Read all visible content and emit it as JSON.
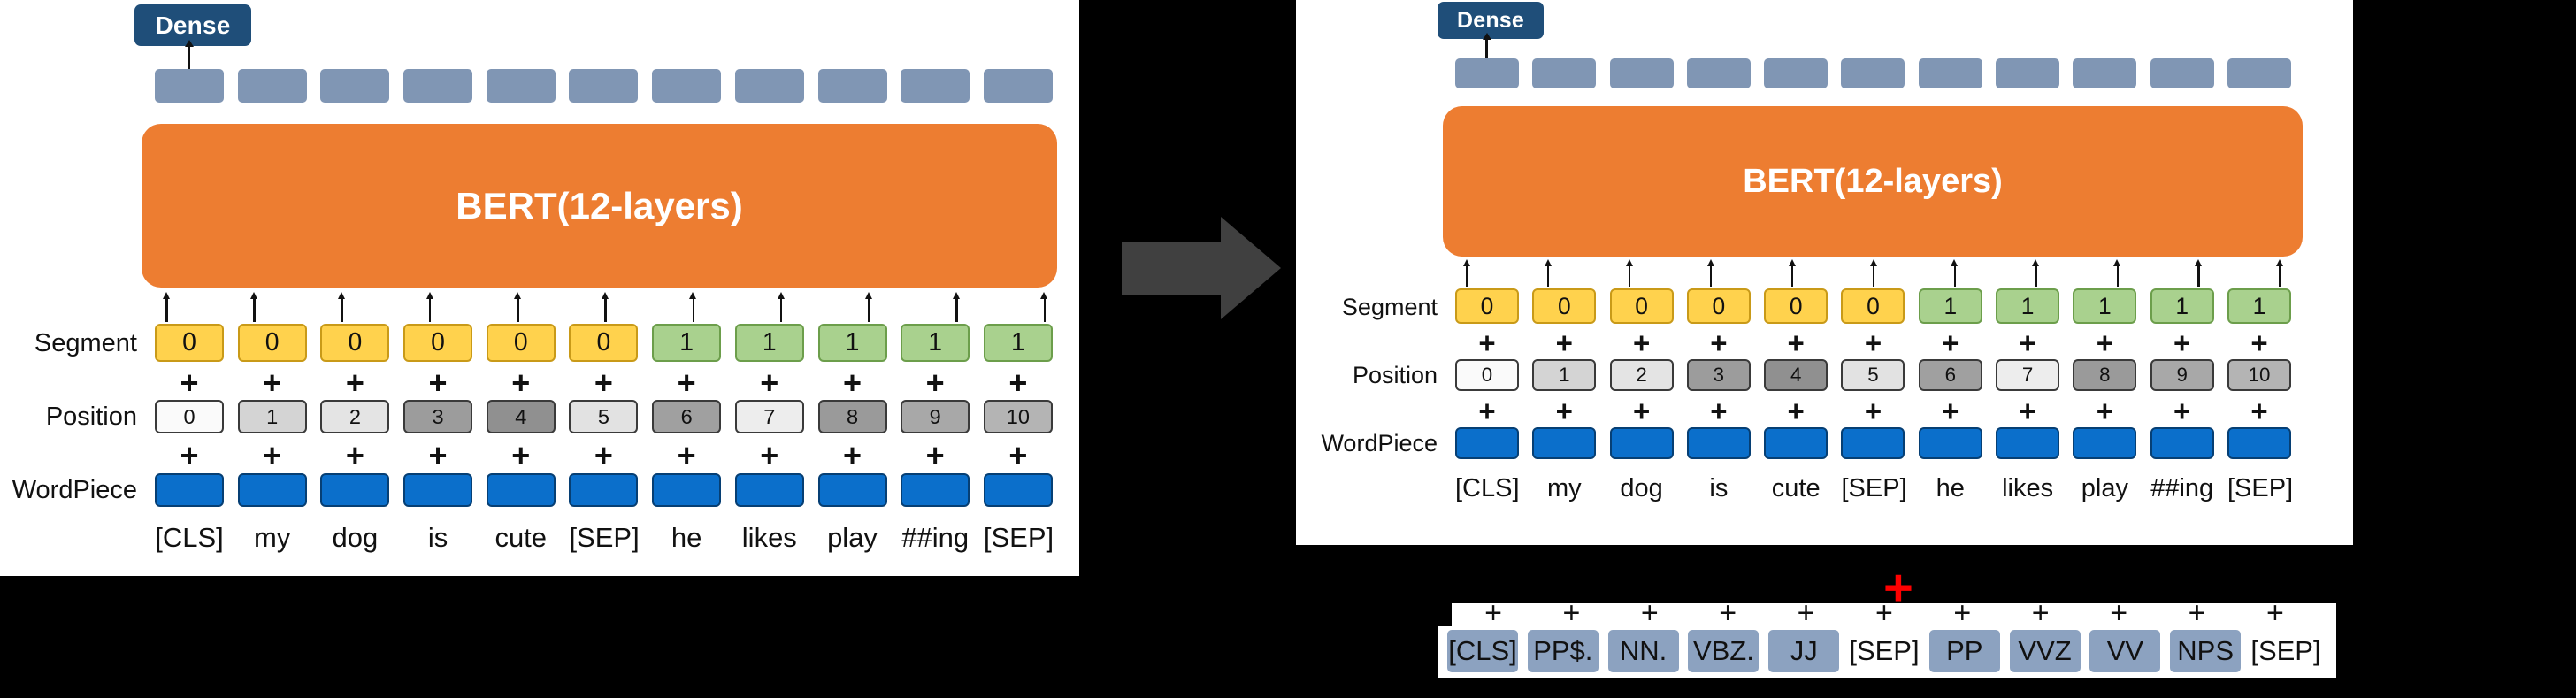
{
  "colors": {
    "dense_box": "#1F4E79",
    "bert_box": "#ED7D31",
    "output_cell": "#8096B4",
    "segment_0": "#FFD24D",
    "segment_1": "#A9D18E",
    "wordpiece": "#0B6FCB",
    "arrow_gray": "#404040",
    "pos_tag_chip": "#8CA2C0",
    "red_plus": "#FF0000",
    "background": "#000000",
    "panel_background": "#FFFFFF"
  },
  "left_panel": {
    "dense_label": "Dense",
    "bert_label": "BERT(12-layers)",
    "row_labels": {
      "segment": "Segment",
      "position": "Position",
      "wordpiece": "WordPiece"
    },
    "segment_values": [
      "0",
      "0",
      "0",
      "0",
      "0",
      "0",
      "1",
      "1",
      "1",
      "1",
      "1"
    ],
    "position_values": [
      "0",
      "1",
      "2",
      "3",
      "4",
      "5",
      "6",
      "7",
      "8",
      "9",
      "10"
    ],
    "position_shades": [
      "#FAFAFA",
      "#D4D4D4",
      "#E4E4E4",
      "#9C9C9C",
      "#909090",
      "#E2E2E2",
      "#A0A0A0",
      "#EDEDED",
      "#9A9A9A",
      "#A8A8A8",
      "#B4B4B4"
    ],
    "plus_symbol": "+",
    "tokens": [
      "[CLS]",
      "my",
      "dog",
      "is",
      "cute",
      "[SEP]",
      "he",
      "likes",
      "play",
      "##ing",
      "[SEP]"
    ],
    "output_cell_count": 11
  },
  "transition_arrow": {
    "direction": "right",
    "name": "block-arrow"
  },
  "right_panel": {
    "dense_label": "Dense",
    "bert_label": "BERT(12-layers)",
    "row_labels": {
      "segment": "Segment",
      "position": "Position",
      "wordpiece": "WordPiece"
    },
    "segment_values": [
      "0",
      "0",
      "0",
      "0",
      "0",
      "0",
      "1",
      "1",
      "1",
      "1",
      "1"
    ],
    "position_values": [
      "0",
      "1",
      "2",
      "3",
      "4",
      "5",
      "6",
      "7",
      "8",
      "9",
      "10"
    ],
    "position_shades": [
      "#FAFAFA",
      "#D4D4D4",
      "#E4E4E4",
      "#9C9C9C",
      "#909090",
      "#E2E2E2",
      "#A0A0A0",
      "#EDEDED",
      "#9A9A9A",
      "#A8A8A8",
      "#B4B4B4"
    ],
    "plus_symbol": "+",
    "tokens": [
      "[CLS]",
      "my",
      "dog",
      "is",
      "cute",
      "[SEP]",
      "he",
      "likes",
      "play",
      "##ing",
      "[SEP]"
    ],
    "output_cell_count": 11
  },
  "pos_panel": {
    "red_plus_symbol": "+",
    "plus_symbol": "+",
    "tags": [
      "[CLS]",
      "PP$.",
      "NN.",
      "VBZ.",
      "JJ",
      "[SEP]",
      "PP",
      "VVZ",
      "VV",
      "NPS",
      "[SEP]"
    ],
    "tag_has_chip": [
      true,
      true,
      true,
      true,
      true,
      false,
      true,
      true,
      true,
      true,
      false
    ]
  }
}
